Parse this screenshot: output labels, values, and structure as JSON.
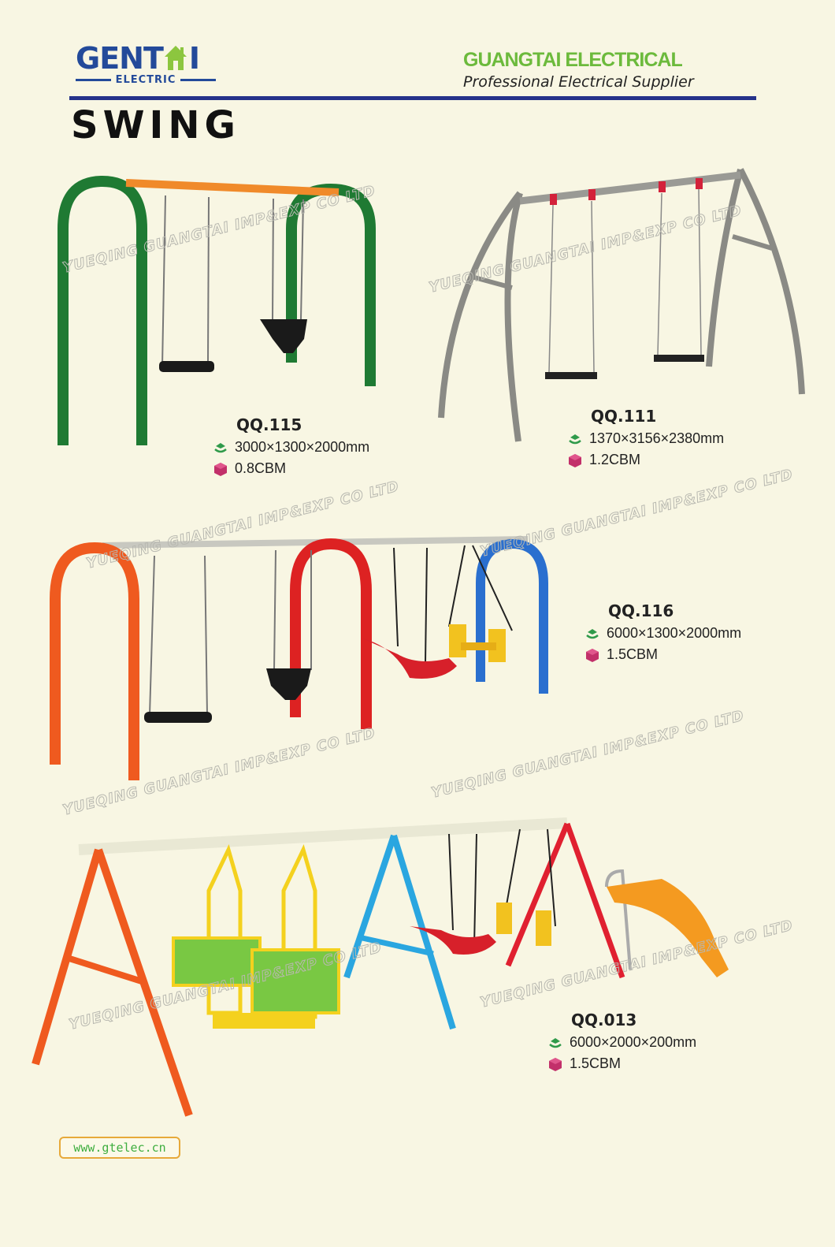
{
  "header": {
    "logo_text_left": "GENT",
    "logo_text_right": "I",
    "logo_subtext": "ELECTRIC",
    "company_name": "GUANGTAI ELECTRICAL",
    "tagline": "Professional Electrical Supplier",
    "brand_colors": {
      "logo_blue": "#234a9a",
      "logo_green": "#8cc63f",
      "company_green": "#6cba3c",
      "rule_navy": "#25328a"
    }
  },
  "page_title": "SWING",
  "watermark_text": "YUEQING GUANGTAI IMP&EXP CO LTD",
  "products": [
    {
      "model": "QQ.115",
      "dimensions": "3000×1300×2000mm",
      "volume": "0.8CBM",
      "image": "green-arch-swing-orange-beam",
      "icons": [
        "dimension-icon",
        "volume-cube-icon"
      ]
    },
    {
      "model": "QQ.111",
      "dimensions": "1370×3156×2380mm",
      "volume": "1.2CBM",
      "image": "stainless-steel-double-swing",
      "icons": [
        "dimension-icon",
        "volume-cube-icon"
      ]
    },
    {
      "model": "QQ.116",
      "dimensions": "6000×1300×2000mm",
      "volume": "1.5CBM",
      "image": "multi-arch-swing-set",
      "icons": [
        "dimension-icon",
        "volume-cube-icon"
      ]
    },
    {
      "model": "QQ.013",
      "dimensions": "6000×2000×200mm",
      "volume": "1.5CBM",
      "image": "a-frame-swing-set-with-slide",
      "icons": [
        "dimension-icon",
        "volume-cube-icon"
      ]
    }
  ],
  "footer": {
    "website": "www.gtelec.cn"
  }
}
